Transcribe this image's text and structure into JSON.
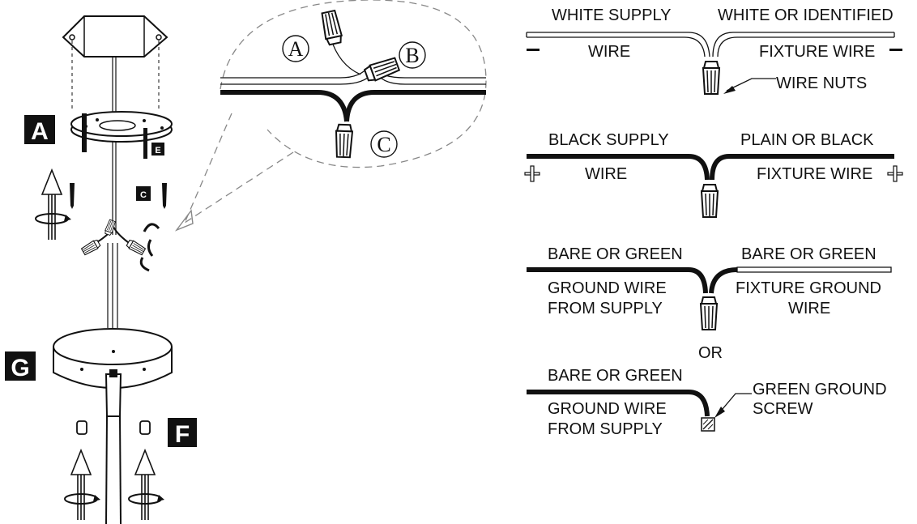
{
  "parts": {
    "a": "A",
    "c": "C",
    "e": "E",
    "g": "G",
    "f": "F"
  },
  "detail": {
    "a": "A",
    "b": "B",
    "c": "C"
  },
  "white": {
    "left_top": "WHITE SUPPLY",
    "left_bottom": "WIRE",
    "right_top": "WHITE OR IDENTIFIED",
    "right_bottom": "FIXTURE WIRE",
    "nut_label": "WIRE NUTS",
    "polarity": "−"
  },
  "black": {
    "left_top": "BLACK SUPPLY",
    "left_bottom": "WIRE",
    "right_top": "PLAIN OR BLACK",
    "right_bottom": "FIXTURE WIRE",
    "polarity": "+"
  },
  "ground1": {
    "left_top": "BARE OR GREEN",
    "left_line1": "GROUND WIRE",
    "left_line2": "FROM SUPPLY",
    "right_top": "BARE OR GREEN",
    "right_line1": "FIXTURE GROUND",
    "right_line2": "WIRE"
  },
  "or_text": "OR",
  "ground2": {
    "left_top": "BARE OR GREEN",
    "left_line1": "GROUND WIRE",
    "left_line2": "FROM SUPPLY",
    "screw_line1": "GREEN GROUND",
    "screw_line2": "SCREW"
  }
}
